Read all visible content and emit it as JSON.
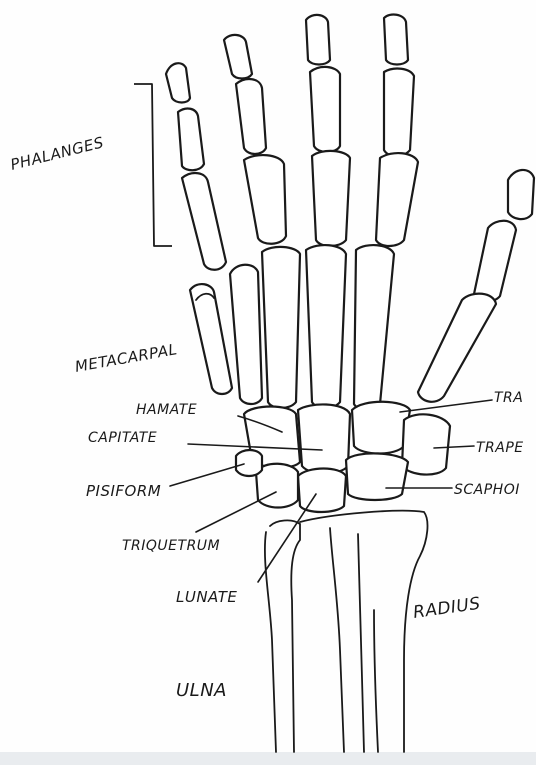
{
  "labels": {
    "phalanges": "PHALANGES",
    "metacarpal": "METACARPAL",
    "hamate": "HAMATE",
    "capitate": "CAPITATE",
    "pisiform": "PISIFORM",
    "triquetrum": "TRIQUETRUM",
    "lunate": "LUNATE",
    "radius": "RADIUS",
    "ulna": "ULNA",
    "trapezoid": "TRA",
    "trapezium": "TRAPE",
    "scaphoid": "SCAPHOI"
  }
}
